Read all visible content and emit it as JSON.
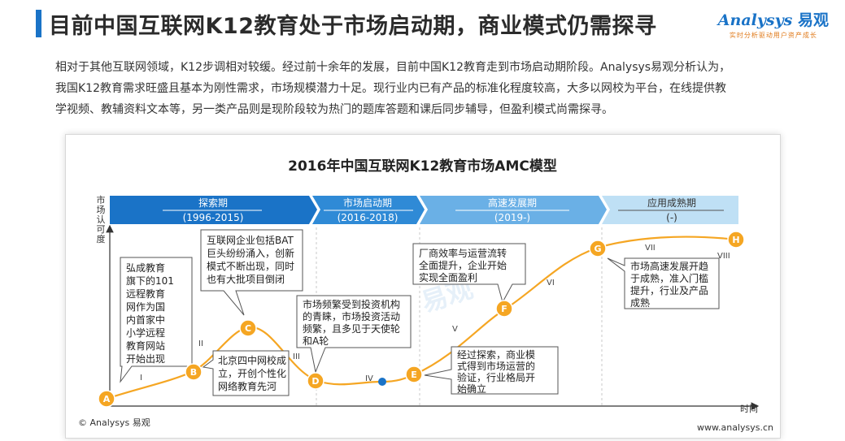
{
  "header": {
    "title": "目前中国互联网K12教育处于市场启动期，商业模式仍需探寻",
    "logo_text": "nalysys",
    "logo_initial": "A",
    "logo_zh": "易观",
    "logo_tagline": "实时分析驱动用户资产成长"
  },
  "intro": {
    "lines": [
      "相对于其他互联网领域，K12步调相对较缓。经过前十余年的发展，目前中国K12教育走到市场启动期阶段。Analysys易观分析认为，",
      "我国K12教育需求旺盛且基本为刚性需求，市场规模潜力十足。现行业内已有产品的标准化程度较高，大多以网校为平台，在线提供教",
      "学视频、教辅资料文本等，另一类产品则是现阶段较为热门的题库答题和课后同步辅导，但盈利模式尚需探寻。"
    ]
  },
  "diagram": {
    "title": "2016年中国互联网K12教育市场AMC模型",
    "y_axis_label": [
      "市",
      "场",
      "认",
      "可",
      "度"
    ],
    "x_axis_label": "时间",
    "stages": [
      {
        "name": "探索期",
        "period": "(1996-2015)",
        "color": "#1a73c7"
      },
      {
        "name": "市场启动期",
        "period": "(2016-2018)",
        "color": "#2f8ad6"
      },
      {
        "name": "高速发展期",
        "period": "(2019-)",
        "color": "#6ab0e6"
      },
      {
        "name": "应用成熟期",
        "period": "(-)",
        "color": "#bfe0f5"
      }
    ],
    "roman_numerals": [
      "I",
      "II",
      "III",
      "IV",
      "V",
      "VI",
      "VII",
      "VIII"
    ],
    "markers": [
      "A",
      "B",
      "C",
      "D",
      "E",
      "F",
      "G",
      "H"
    ],
    "callouts": {
      "a": [
        "弘成教育",
        "旗下的101",
        "远程教育",
        "网作为国",
        "内首家中",
        "小学远程",
        "教育网站",
        "开始出现"
      ],
      "b": [
        "北京四中网校成",
        "立，开创个性化",
        "网络教育先河"
      ],
      "c": [
        "互联网企业包括BAT",
        "巨头纷纷涌入，创新",
        "模式不断出现，同时",
        "也有大批项目倒闭"
      ],
      "d": [
        "市场频繁受到投资机构",
        "的青睐，市场投资活动",
        "频繁，且多见于天使轮",
        "和A轮"
      ],
      "e": [
        "经过探索，商业模",
        "式得到市场运营的",
        "验证，行业格局开",
        "始确立"
      ],
      "f": [
        "厂商效率与运营流转",
        "全面提升，企业开始",
        "实现全面盈利"
      ],
      "g": [
        "市场高速发展开趋",
        "于成熟，准入门槛",
        "提升，行业及产品",
        "成熟"
      ]
    },
    "watermark": "易观"
  },
  "footer": {
    "copyright": "© Analysys 易观",
    "url": "www.analysys.cn"
  },
  "colors": {
    "accent_blue": "#1a73c7",
    "curve_orange": "#f5a623",
    "marker_orange": "#f5a623",
    "current_marker": "#1a73c7"
  }
}
